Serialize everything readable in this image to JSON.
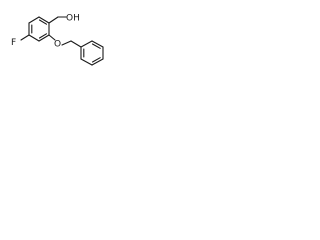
{
  "molecule": {
    "atoms": {
      "fluorine": "F",
      "ether_oxygen": "O",
      "hydroxyl": "OH"
    }
  }
}
